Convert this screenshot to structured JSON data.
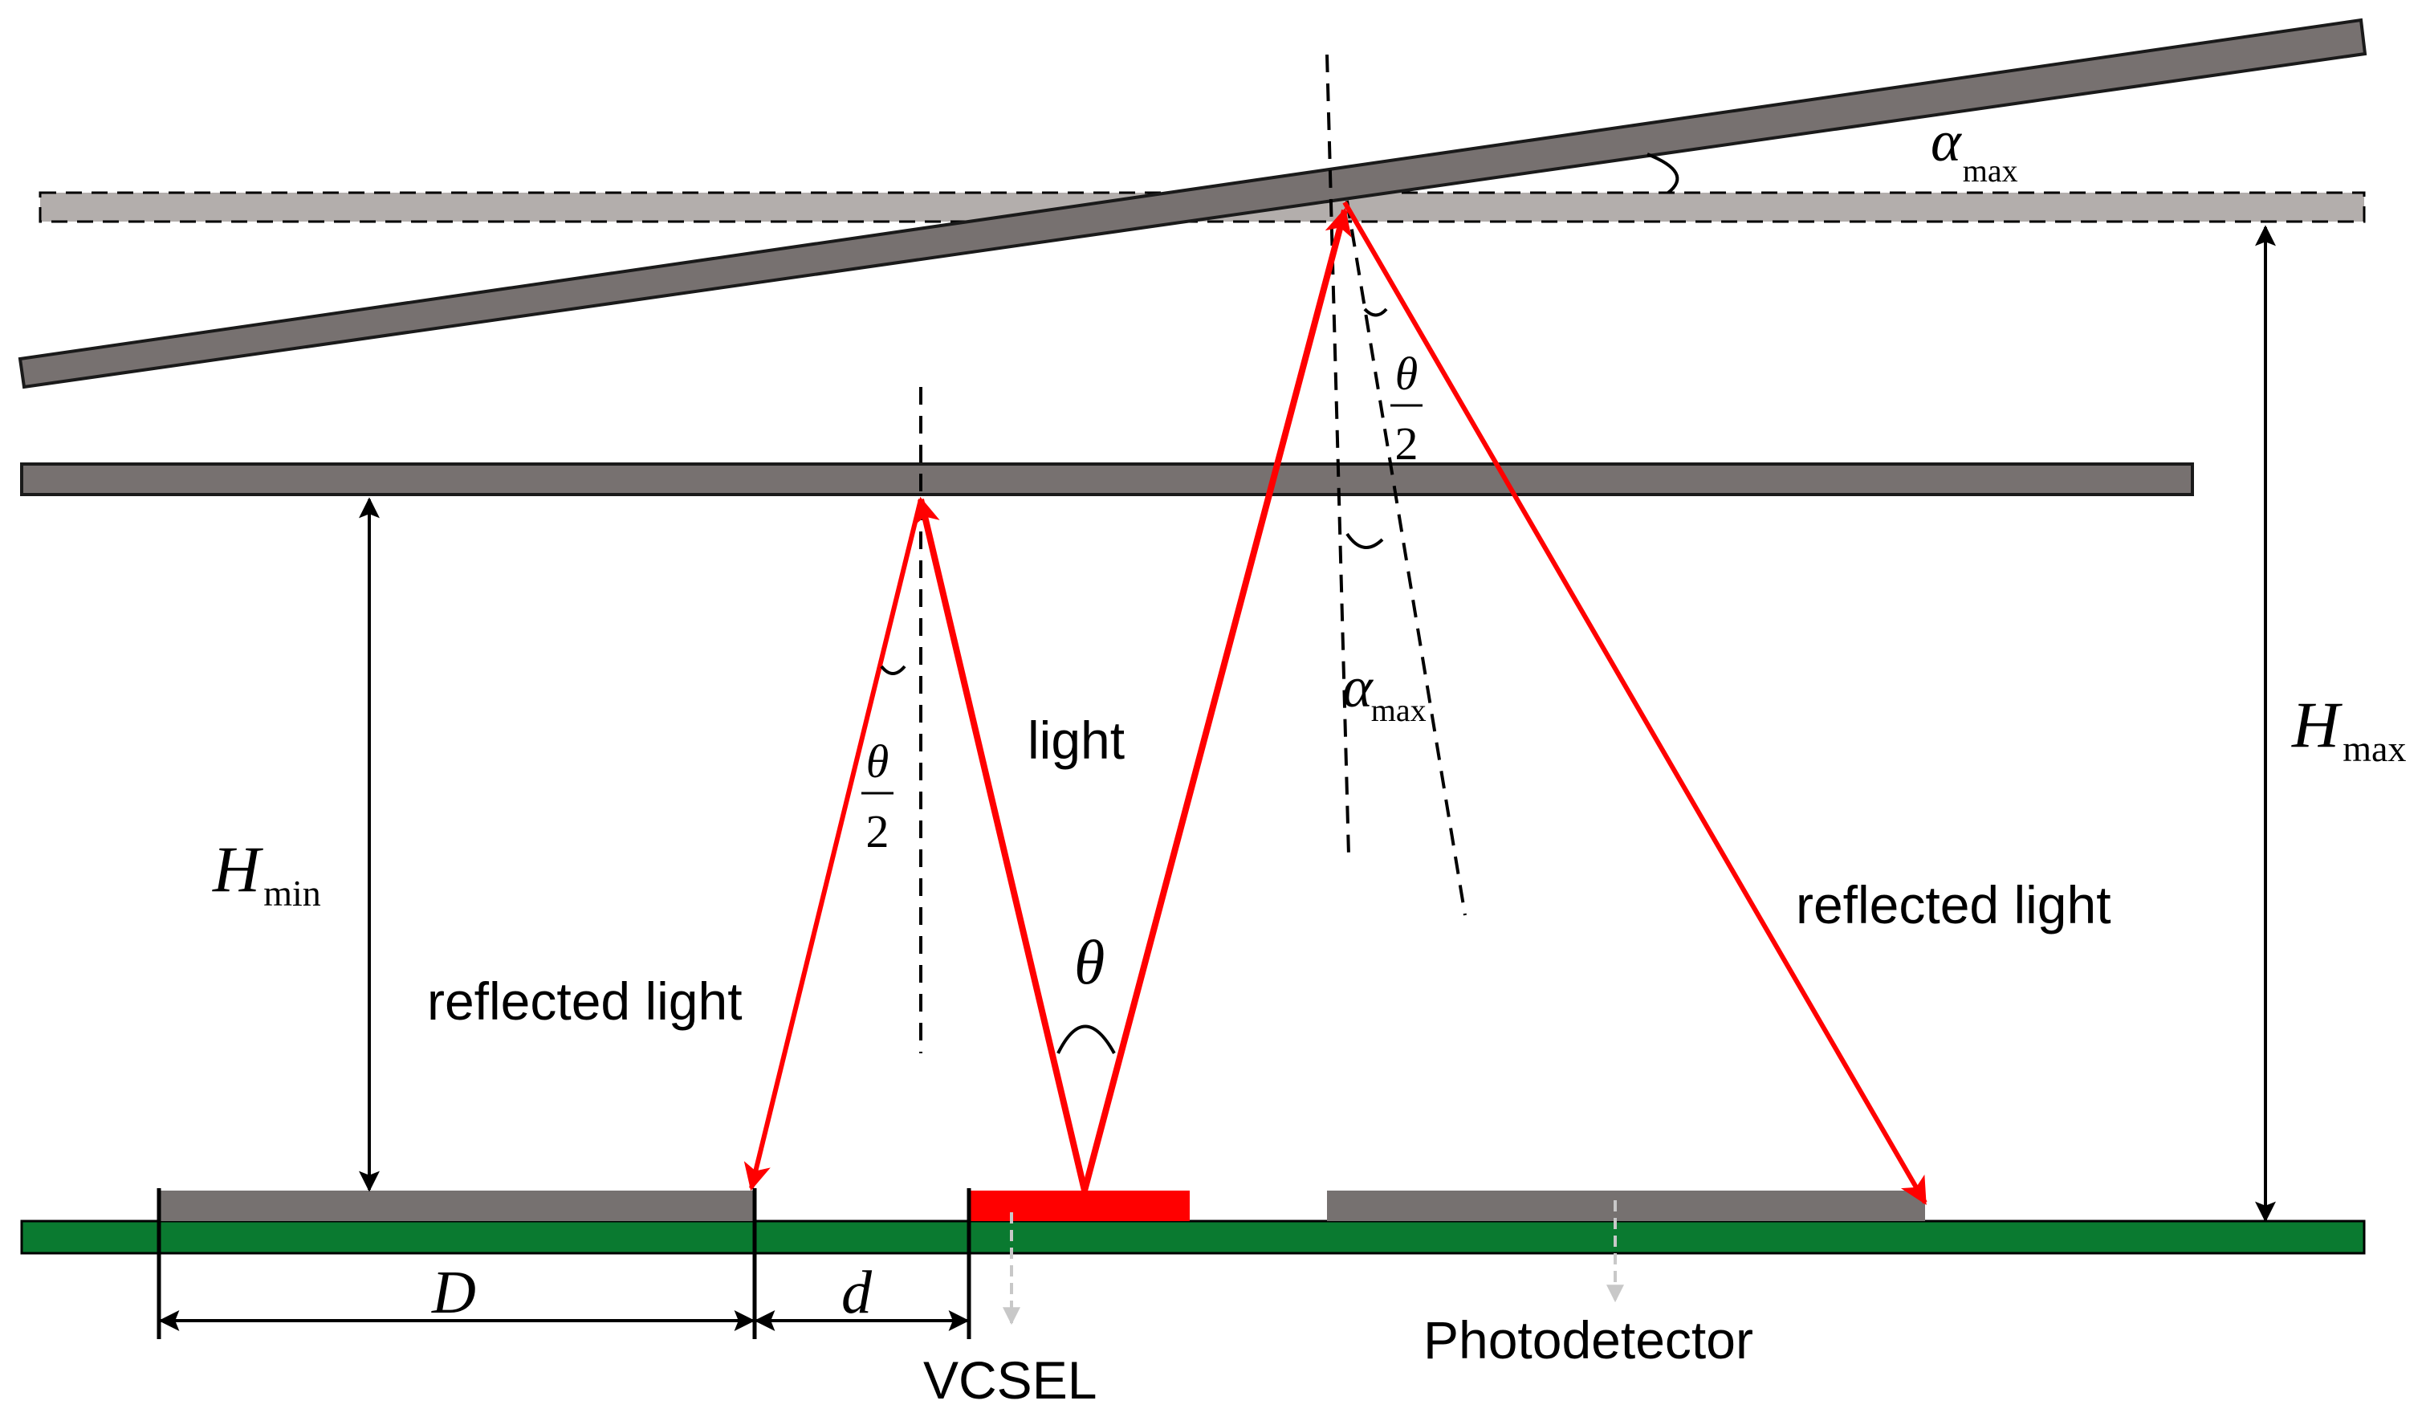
{
  "labels": {
    "light": "light",
    "reflected_light_left": "reflected light",
    "reflected_light_right": "reflected light",
    "vcsel": "VCSEL",
    "photodetector": "Photodetector",
    "D": "D",
    "d": "d",
    "H_min": {
      "main": "H",
      "sub": "min"
    },
    "H_max": {
      "main": "H",
      "sub": "max"
    },
    "alpha_max_top": {
      "main": "α",
      "sub": "max"
    },
    "alpha_max_mid": {
      "main": "α",
      "sub": "max"
    },
    "theta": "θ",
    "theta_half_left": {
      "num": "θ",
      "den": "2"
    },
    "theta_half_right": {
      "num": "θ",
      "den": "2"
    }
  },
  "colors": {
    "board": "#0a7a30",
    "board_border": "#000000",
    "reflector": "#777170",
    "reflector_border": "#1a1a1a",
    "reference_plane": "#b3aeac",
    "vcsel": "#ff0000",
    "photodetector": "#767170",
    "light_ray": "#ff0000",
    "drop_arrow": "#c8c8c8"
  }
}
